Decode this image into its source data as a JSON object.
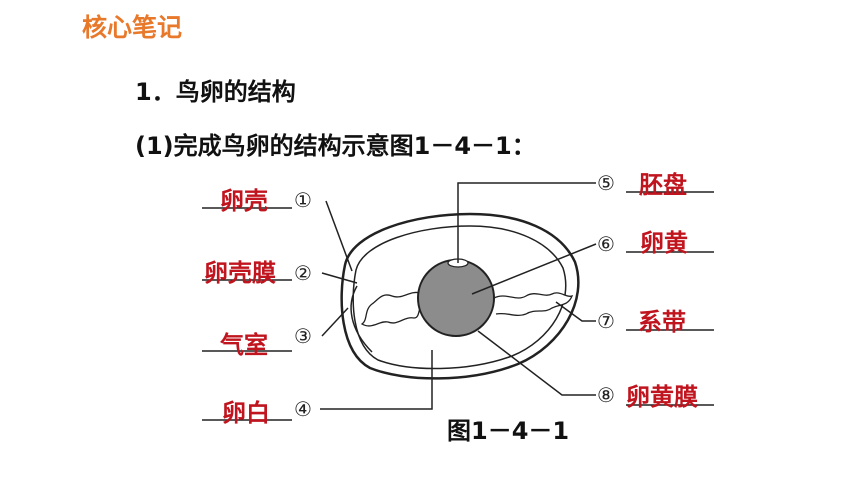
{
  "header": {
    "title": "核心笔记"
  },
  "content": {
    "heading": "1．鸟卵的结构",
    "instruction": "(1)完成鸟卵的结构示意图1－4－1："
  },
  "diagram": {
    "caption": "图1－4－1",
    "labels": [
      {
        "num": "①",
        "answer": "卵壳"
      },
      {
        "num": "②",
        "answer": "卵壳膜"
      },
      {
        "num": "③",
        "answer": "气室"
      },
      {
        "num": "④",
        "answer": "卵白"
      },
      {
        "num": "⑤",
        "answer": "胚盘"
      },
      {
        "num": "⑥",
        "answer": "卵黄"
      },
      {
        "num": "⑦",
        "answer": "系带"
      },
      {
        "num": "⑧",
        "answer": "卵黄膜"
      }
    ]
  }
}
